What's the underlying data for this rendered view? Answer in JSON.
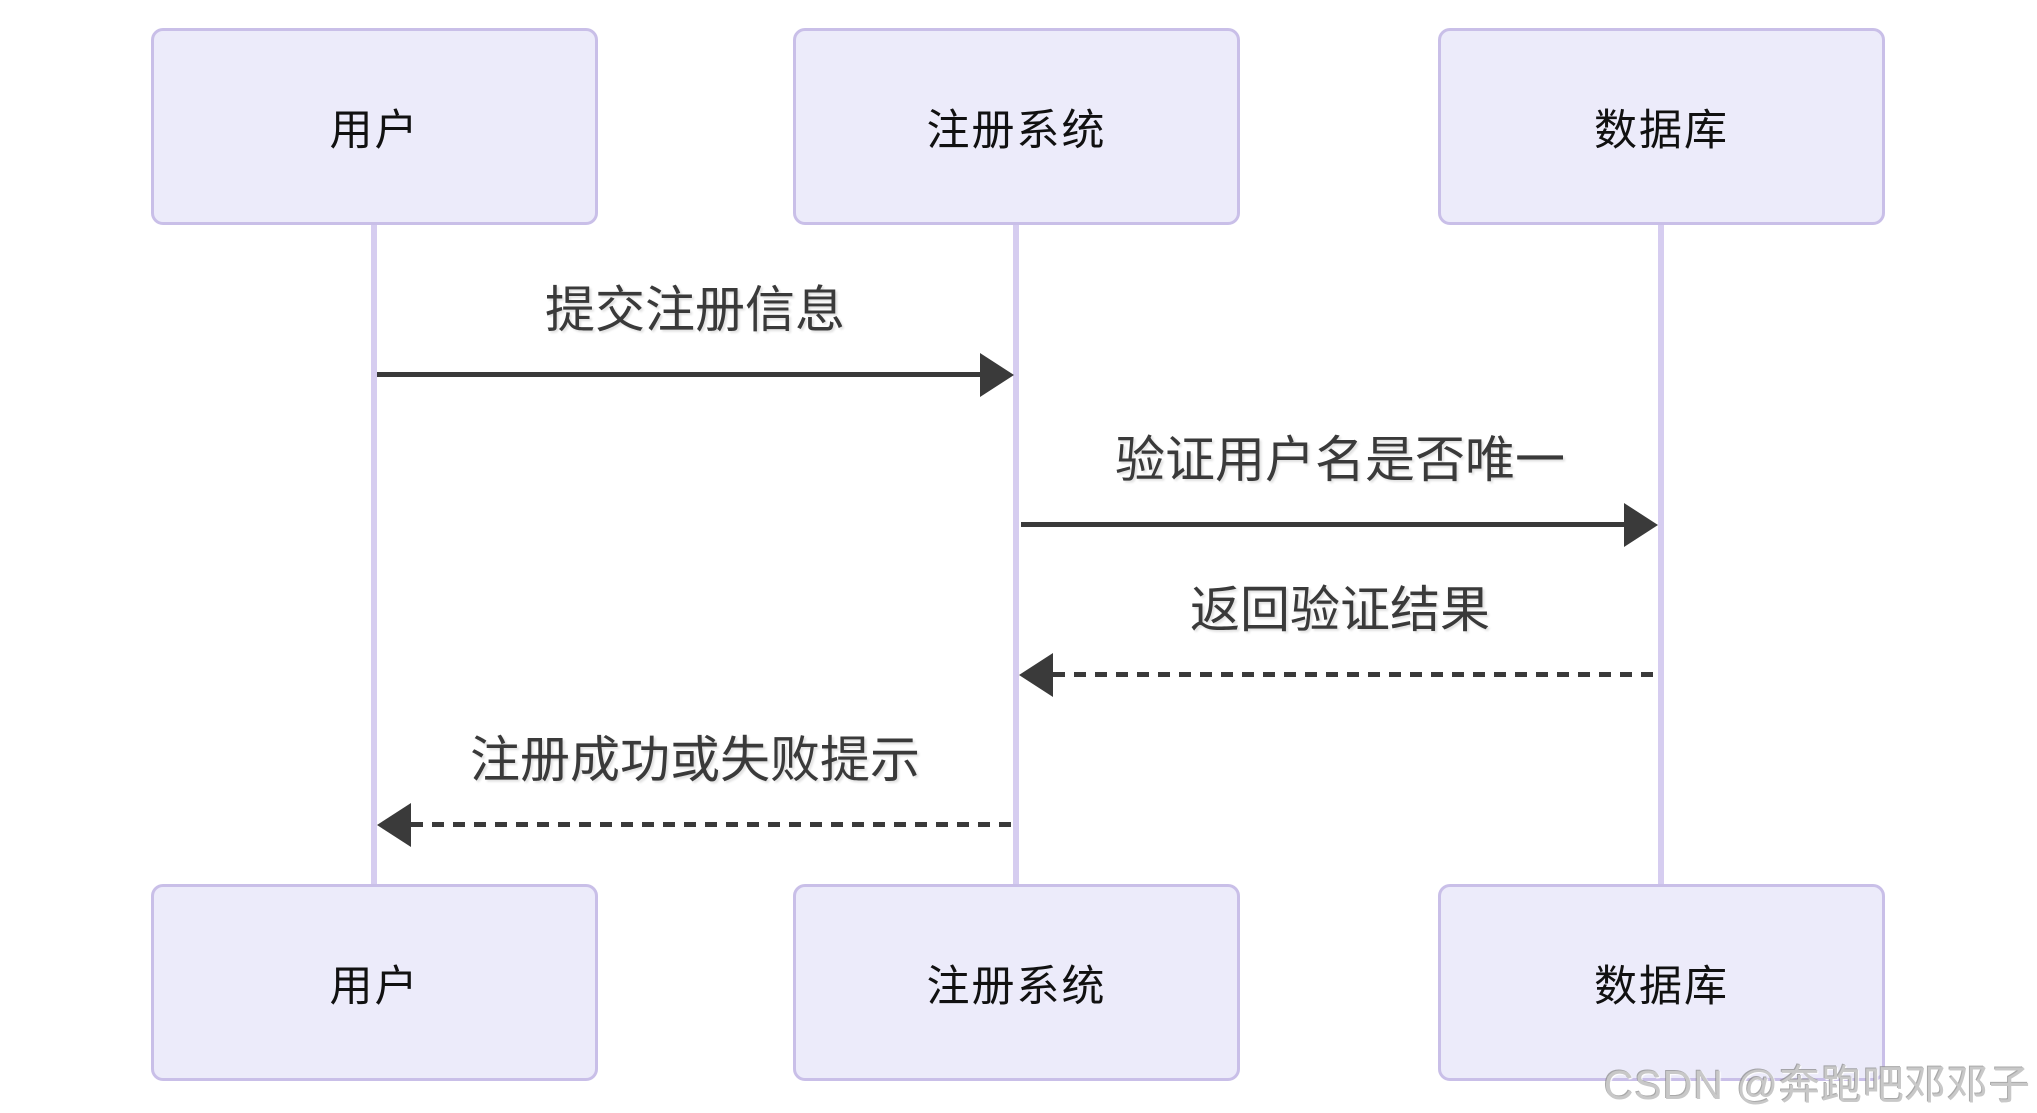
{
  "diagram": {
    "type": "sequence",
    "actors": [
      {
        "id": "user",
        "label": "用户"
      },
      {
        "id": "system",
        "label": "注册系统"
      },
      {
        "id": "database",
        "label": "数据库"
      }
    ],
    "messages": [
      {
        "from": "用户",
        "to": "注册系统",
        "label": "提交注册信息",
        "line": "solid",
        "direction": "right"
      },
      {
        "from": "注册系统",
        "to": "数据库",
        "label": "验证用户名是否唯一",
        "line": "solid",
        "direction": "right"
      },
      {
        "from": "数据库",
        "to": "注册系统",
        "label": "返回验证结果",
        "line": "dashed",
        "direction": "left"
      },
      {
        "from": "注册系统",
        "to": "用户",
        "label": "注册成功或失败提示",
        "line": "dashed",
        "direction": "left"
      }
    ]
  },
  "watermark": {
    "text": "CSDN @奔跑吧邓邓子"
  },
  "theme": {
    "background": "#ffffff",
    "actor_fill": "#ECEBFA",
    "actor_border": "#C9BFE8",
    "lifeline_color": "#D6CDF0",
    "arrow_color": "#3A3A3A",
    "actor_text_color": "#111111",
    "message_text_color": "#3A3A3A",
    "watermark_color": "#c8c8c8"
  }
}
